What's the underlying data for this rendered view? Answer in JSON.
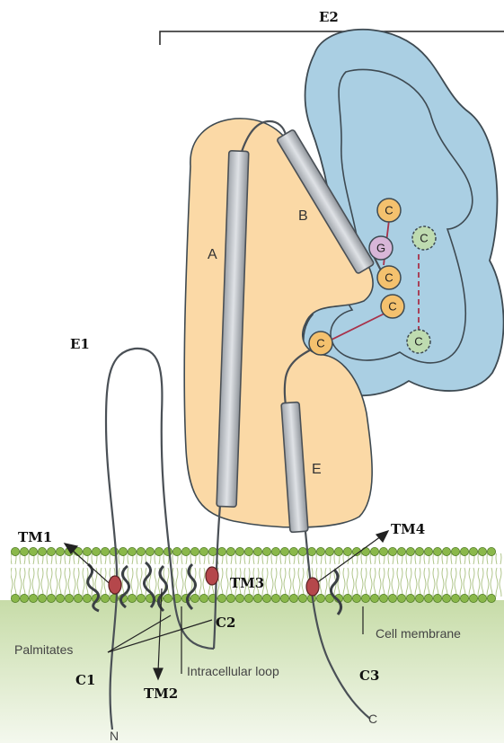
{
  "labels": {
    "e2": "E2",
    "e1": "E1",
    "tm1": "TM1",
    "tm2": "TM2",
    "tm3": "TM3",
    "tm4": "TM4",
    "c1": "C1",
    "c2": "C2",
    "c3": "C3",
    "n_term": "N",
    "c_term": "C",
    "palmitates": "Palmitates",
    "intracellular_loop": "Intracellular loop",
    "cell_membrane": "Cell membrane"
  },
  "helices": {
    "a": "A",
    "b": "B",
    "e": "E"
  },
  "residues": {
    "g": "G",
    "c": "C"
  },
  "colors": {
    "orange_domain": "#fbd9a6",
    "blue_domain": "#aacfe3",
    "lipid_head": "#8ab84a",
    "palmitate": "#b5474b",
    "cysteine": "#f4c16e",
    "glycine": "#d8b6d8",
    "disulfide": "#a8324a",
    "helix": "#b8bcc2"
  }
}
